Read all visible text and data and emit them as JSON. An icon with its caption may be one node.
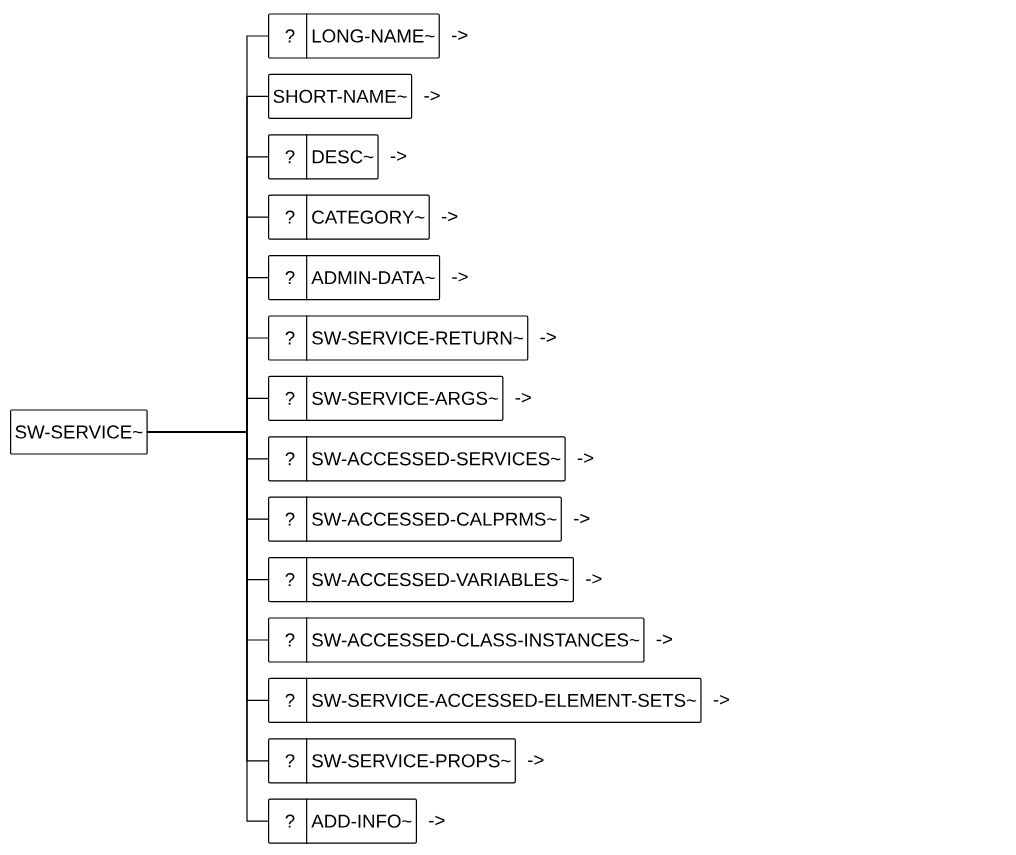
{
  "diagram": {
    "nodes": [
      {
        "text": [
          "SW-SERVICE~"
        ]
      },
      {
        "text": [
          "?",
          "LONG-NAME~"
        ],
        "beside": [
          "->"
        ]
      },
      {
        "text": [
          "SHORT-NAME~"
        ],
        "beside": [
          "->"
        ]
      },
      {
        "text": [
          "?",
          "DESC~"
        ],
        "beside": [
          "->"
        ]
      },
      {
        "text": [
          "?",
          "CATEGORY~"
        ],
        "beside": [
          "->"
        ]
      },
      {
        "text": [
          "?",
          "ADMIN-DATA~"
        ],
        "beside": [
          "->"
        ]
      },
      {
        "text": [
          "?",
          "SW-SERVICE-RETURN~"
        ],
        "beside": [
          "->"
        ]
      },
      {
        "text": [
          "?",
          "SW-SERVICE-ARGS~"
        ],
        "beside": [
          "->"
        ]
      },
      {
        "text": [
          "?",
          "SW-ACCESSED-SERVICES~"
        ],
        "beside": [
          "->"
        ]
      },
      {
        "text": [
          "?",
          "SW-ACCESSED-CALPRMS~"
        ],
        "beside": [
          "->"
        ]
      },
      {
        "text": [
          "?",
          "SW-ACCESSED-VARIABLES~"
        ],
        "beside": [
          "->"
        ]
      },
      {
        "text": [
          "?",
          "SW-ACCESSED-CLASS-INSTANCES~"
        ],
        "beside": [
          "->"
        ]
      },
      {
        "text": [
          "?",
          "SW-SERVICE-ACCESSED-ELEMENT-SETS~"
        ],
        "beside": [
          "->"
        ]
      },
      {
        "text": [
          "?",
          "SW-SERVICE-PROPS~"
        ],
        "beside": [
          "->"
        ]
      },
      {
        "text": [
          "?",
          "ADD-INFO~"
        ],
        "beside": [
          "->"
        ]
      }
    ],
    "edges": [
      {
        "from": 0,
        "to": 1,
        "arrow": "none"
      },
      {
        "from": 0,
        "to": 2,
        "arrow": "none"
      },
      {
        "from": 0,
        "to": 3,
        "arrow": "none"
      },
      {
        "from": 0,
        "to": 4,
        "arrow": "none"
      },
      {
        "from": 0,
        "to": 5,
        "arrow": "none"
      },
      {
        "from": 0,
        "to": 6,
        "arrow": "none"
      },
      {
        "from": 0,
        "to": 7,
        "arrow": "none"
      },
      {
        "from": 0,
        "to": 8,
        "arrow": "none"
      },
      {
        "from": 0,
        "to": 9,
        "arrow": "none"
      },
      {
        "from": 0,
        "to": 10,
        "arrow": "none"
      },
      {
        "from": 0,
        "to": 11,
        "arrow": "none"
      },
      {
        "from": 0,
        "to": 12,
        "arrow": "none"
      },
      {
        "from": 0,
        "to": 13,
        "arrow": "none"
      },
      {
        "from": 0,
        "to": 14,
        "arrow": "none"
      }
    ]
  }
}
